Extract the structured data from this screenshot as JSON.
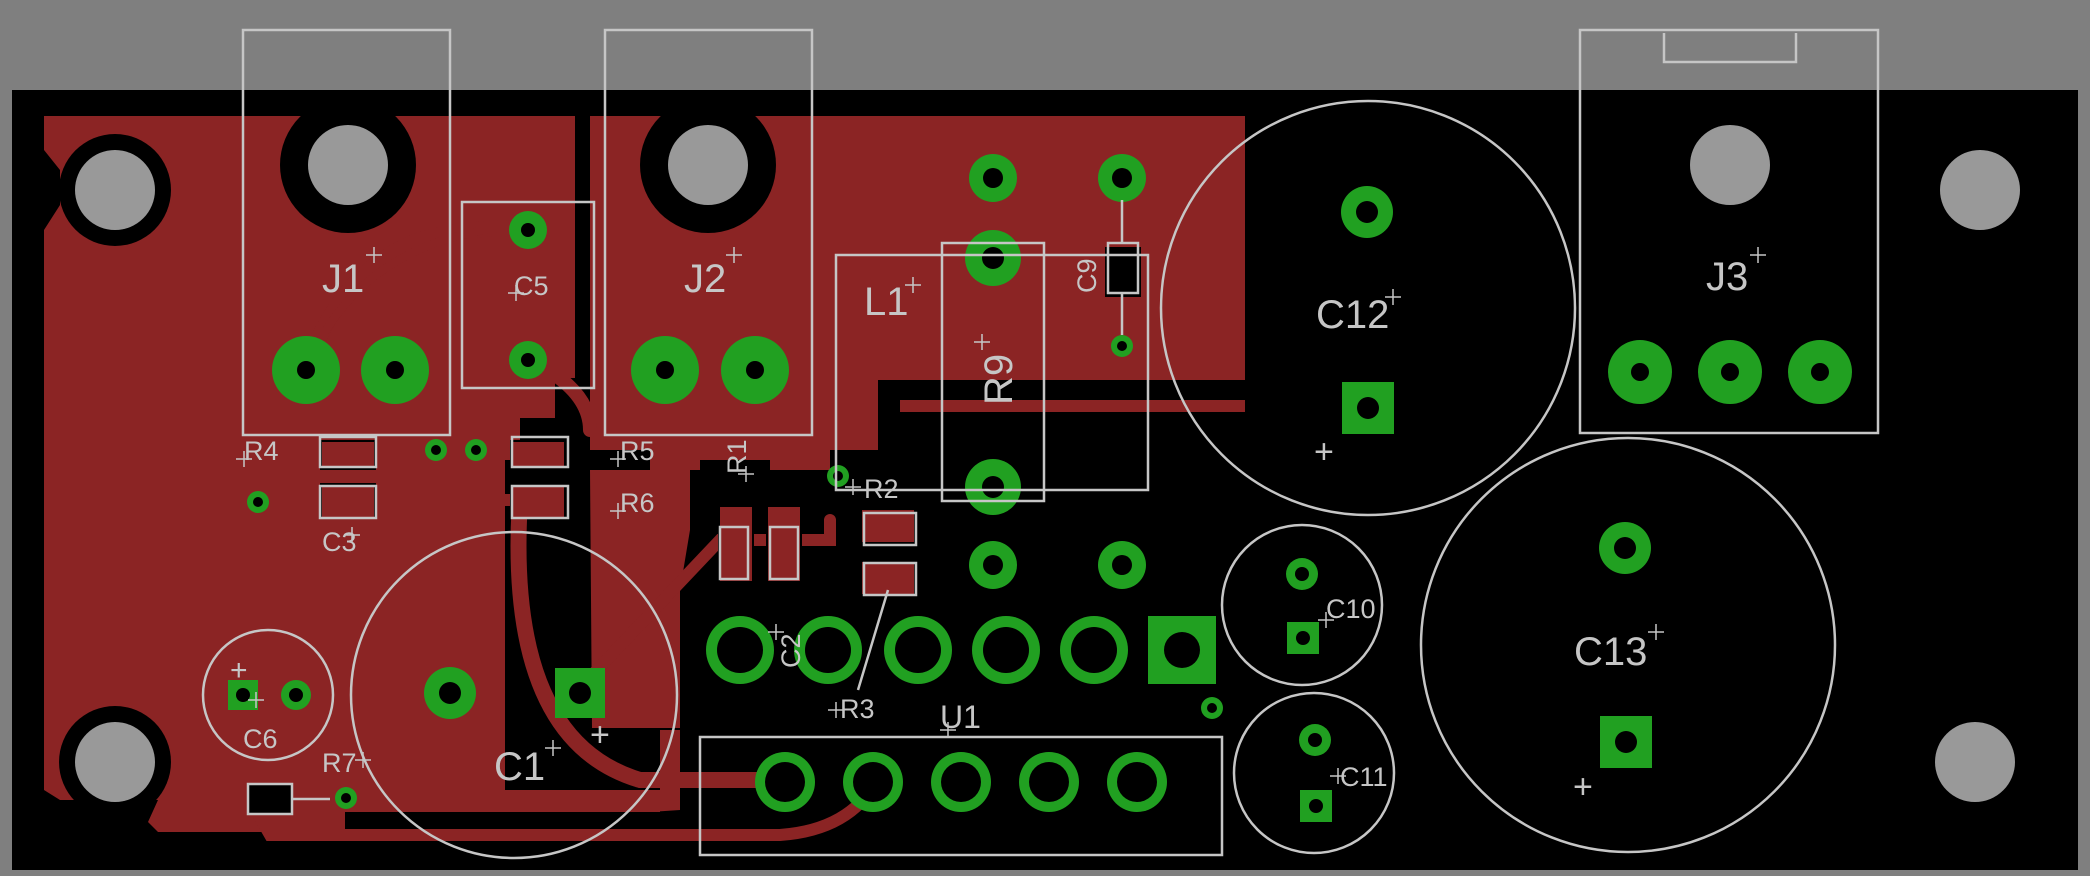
{
  "colors": {
    "background": "#7f7f7f",
    "board": "#000000",
    "copper": "#8b2424",
    "pad": "#21a021",
    "silkscreen": "#c6c6c6",
    "hole": "#999999"
  },
  "labels": {
    "J1": "J1",
    "J2": "J2",
    "J3": "J3",
    "C1": "C1",
    "C2": "C2",
    "C3": "C3",
    "C5": "C5",
    "C6": "C6",
    "C9": "C9",
    "C10": "C10",
    "C11": "C11",
    "C12": "C12",
    "C13": "C13",
    "L1": "L1",
    "R1": "R1",
    "R2": "R2",
    "R3": "R3",
    "R4": "R4",
    "R5": "R5",
    "R6": "R6",
    "R7": "R7",
    "R9": "R9",
    "U1": "U1"
  },
  "polarity_mark": "+"
}
